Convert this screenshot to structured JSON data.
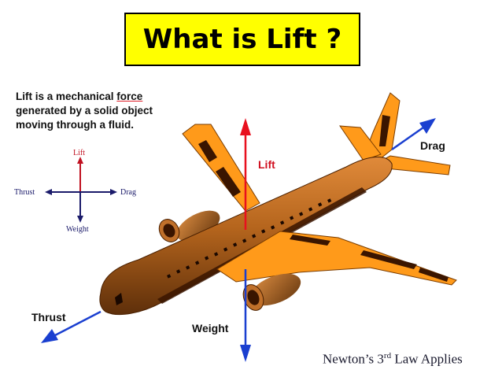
{
  "title": "What is Lift ?",
  "intro": {
    "line1_prefix": "Lift is a mechanical ",
    "line1_force": "force",
    "line2": "generated by a solid object",
    "line3": "moving through a fluid."
  },
  "mini_diagram": {
    "lift": "Lift",
    "thrust": "Thrust",
    "drag": "Drag",
    "weight": "Weight"
  },
  "forces": {
    "lift": "Lift",
    "drag": "Drag",
    "thrust": "Thrust",
    "weight": "Weight"
  },
  "footnote": {
    "prefix": "Newton’s 3",
    "sup": "rd",
    "suffix": " Law Applies"
  },
  "colors": {
    "title_bg": "#ffff00",
    "wing_orange": "#ff9a1a",
    "fuselage_brown": "#b5651d",
    "lift_arrow": "#e8101e",
    "other_arrows": "#1a3fd0"
  }
}
